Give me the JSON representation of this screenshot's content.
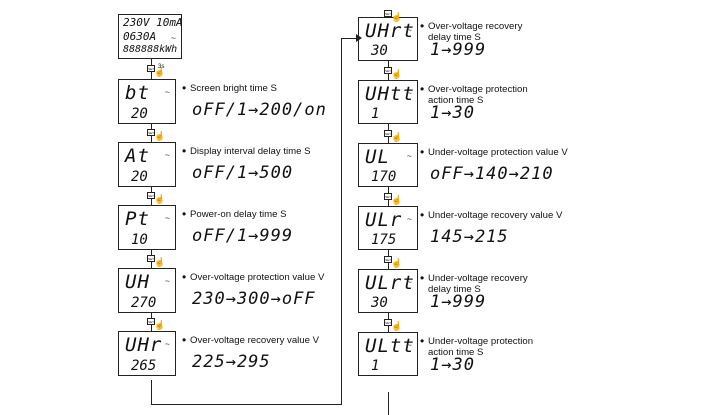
{
  "home": {
    "line1": "230V 10mA",
    "line2": "0630A",
    "line3": "888888kWh",
    "button_note": "3s"
  },
  "left_column": [
    {
      "code": "bt",
      "value": "20",
      "label": "Screen bright time S",
      "range": "oFF/1→200/on"
    },
    {
      "code": "At",
      "value": "20",
      "label": "Display interval delay time S",
      "range": "oFF/1→500"
    },
    {
      "code": "Pt",
      "value": "10",
      "label": "Power-on delay time S",
      "range": "oFF/1→999"
    },
    {
      "code": "UH",
      "value": "270",
      "label": "Over-voltage protection value V",
      "range": "230→300→oFF"
    },
    {
      "code": "UHr",
      "value": "265",
      "label": "Over-voltage recovery value V",
      "range": "225→295"
    }
  ],
  "right_column": [
    {
      "code": "UHrt",
      "value": "30",
      "label": "Over-voltage recovery\ndelay time S",
      "range": "1→999"
    },
    {
      "code": "UHtt",
      "value": "1",
      "label": "Over-voltage protection\naction time S",
      "range": "1→30"
    },
    {
      "code": "UL",
      "value": "170",
      "label": "Under-voltage protection value V",
      "range": "oFF→140→210"
    },
    {
      "code": "ULr",
      "value": "175",
      "label": "Under-voltage recovery value V",
      "range": "145→215"
    },
    {
      "code": "ULrt",
      "value": "30",
      "label": "Under-voltage recovery\ndelay time S",
      "range": "1→999"
    },
    {
      "code": "ULtt",
      "value": "1",
      "label": "Under-voltage protection\naction time S",
      "range": "1→30"
    }
  ],
  "icons": {
    "lcd_symbol": "~",
    "hand": "☝",
    "button": "SET",
    "bullet": "•"
  }
}
